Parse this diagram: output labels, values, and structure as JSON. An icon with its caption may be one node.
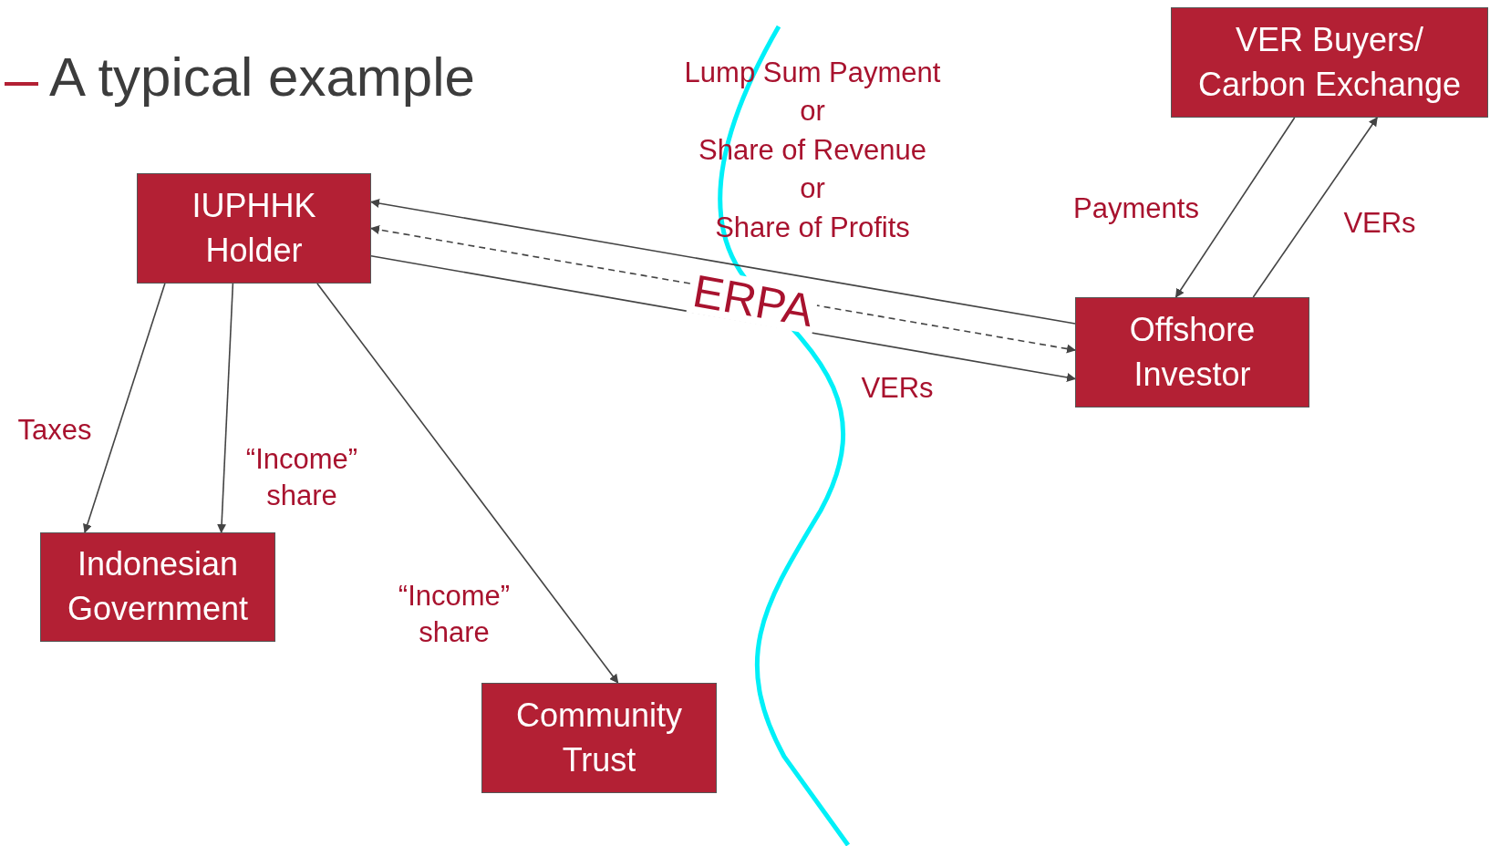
{
  "diagram": {
    "title": "A typical example",
    "nodes": [
      {
        "text": [
          "IUPHHK Holder"
        ]
      },
      {
        "text": [
          "VER Buyers/ Carbon Exchange"
        ]
      },
      {
        "text": [
          "Offshore Investor"
        ]
      },
      {
        "text": [
          "Indonesian Government"
        ]
      },
      {
        "text": [
          "Community Trust"
        ]
      }
    ],
    "edges": [
      {
        "from": 2,
        "to": 0,
        "arrow": "to",
        "label": "Lump Sum Payment or Share of Revenue or Share of Profits"
      },
      {
        "from": 0,
        "to": 2,
        "arrow": "both",
        "style": "dashed",
        "label": "ERPA"
      },
      {
        "from": 0,
        "to": 2,
        "arrow": "to",
        "label": "VERs"
      },
      {
        "from": 2,
        "to": 1,
        "arrow": "to",
        "label": "VERs"
      },
      {
        "from": 1,
        "to": 2,
        "arrow": "to",
        "label": "Payments"
      },
      {
        "from": 0,
        "to": 3,
        "arrow": "to",
        "label": "Taxes"
      },
      {
        "from": 0,
        "to": 3,
        "arrow": "to",
        "label": "“Income” share"
      },
      {
        "from": 0,
        "to": 4,
        "arrow": "to",
        "label": "“Income” share"
      }
    ]
  }
}
